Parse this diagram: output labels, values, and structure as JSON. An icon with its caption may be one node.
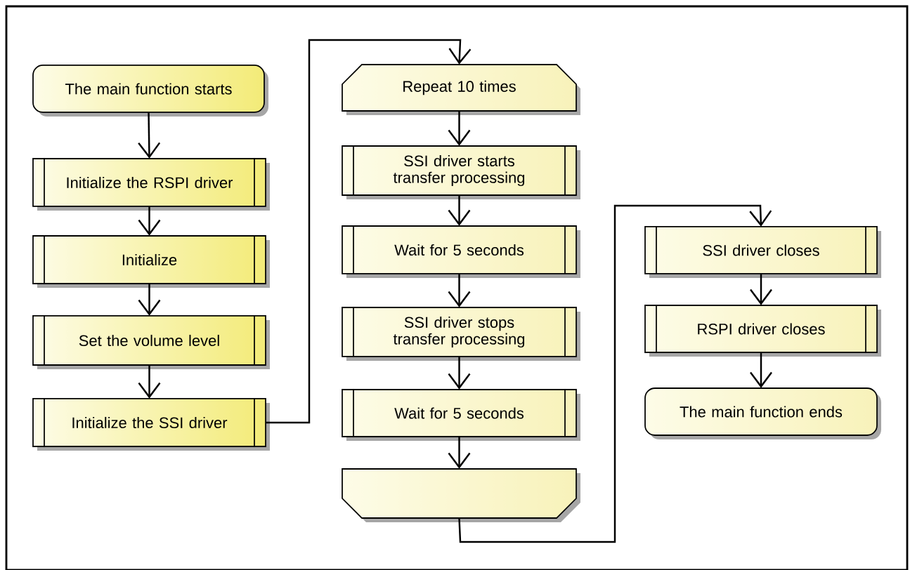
{
  "diagram": {
    "nodes": [
      {
        "text": [
          "The main function starts"
        ]
      },
      {
        "text": [
          "Initialize the RSPI driver"
        ]
      },
      {
        "text": [
          "Initialize"
        ]
      },
      {
        "text": [
          "Set the volume level"
        ]
      },
      {
        "text": [
          "Initialize the SSI driver"
        ]
      },
      {
        "text": [
          "Repeat 10 times"
        ]
      },
      {
        "text": [
          "SSI driver starts transfer processing"
        ]
      },
      {
        "text": [
          "Wait for 5 seconds"
        ]
      },
      {
        "text": [
          "SSI driver stops transfer processing"
        ]
      },
      {
        "text": [
          "Wait for 5 seconds"
        ]
      },
      {
        "text": [],
        "shape": "box"
      },
      {
        "text": [
          "SSI driver closes"
        ]
      },
      {
        "text": [
          "RSPI driver closes"
        ]
      },
      {
        "text": [
          "The main function ends"
        ]
      }
    ],
    "edges": [
      {
        "from": 0,
        "to": 1,
        "arrow": "to"
      },
      {
        "from": 1,
        "to": 2,
        "arrow": "to"
      },
      {
        "from": 2,
        "to": 3,
        "arrow": "to"
      },
      {
        "from": 3,
        "to": 4,
        "arrow": "to"
      },
      {
        "from": 4,
        "to": 5,
        "arrow": "to"
      },
      {
        "from": 5,
        "to": 6,
        "arrow": "to"
      },
      {
        "from": 6,
        "to": 7,
        "arrow": "to"
      },
      {
        "from": 7,
        "to": 8,
        "arrow": "to"
      },
      {
        "from": 8,
        "to": 9,
        "arrow": "to"
      },
      {
        "from": 9,
        "to": 10,
        "arrow": "to"
      },
      {
        "from": 10,
        "to": 11,
        "arrow": "to"
      },
      {
        "from": 11,
        "to": 12,
        "arrow": "to"
      },
      {
        "from": 12,
        "to": 13,
        "arrow": "to"
      }
    ]
  }
}
